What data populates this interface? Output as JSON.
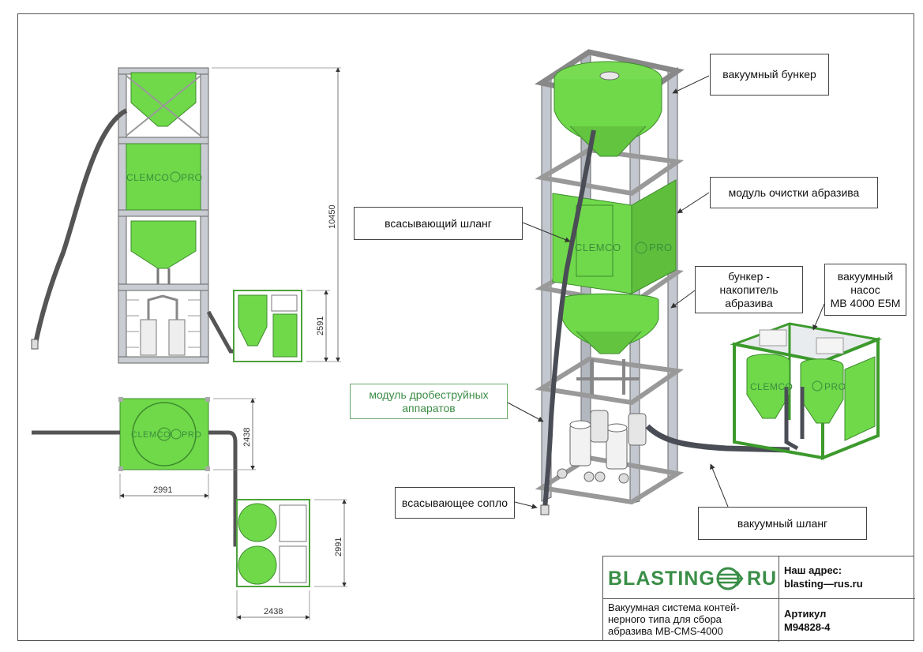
{
  "labels": {
    "vacuum_hopper": "вакуумный бункер",
    "cleaning_module": "модуль очистки абразива",
    "suction_hose": "всасывающий шланг",
    "storage_hopper": "бункер -\nнакопитель\nабразива",
    "vacuum_pump": "вакуумный\nнасос\nMB 4000 E5M",
    "blast_module": "модуль дробеструйных\nаппаратов",
    "suction_nozzle": "всасывающее сопло",
    "vacuum_hose": "вакуумный шланг"
  },
  "dimensions": {
    "total_height": "10450",
    "lower_height": "2591",
    "top_depth": "2438",
    "top_width": "2991",
    "pump_depth": "2991",
    "pump_width": "2438"
  },
  "brand_mark": {
    "left": "CLEMCO",
    "right": "PRO"
  },
  "title_block": {
    "logo_left": "BLASTING",
    "logo_right": "RU",
    "address_label": "Наш адрес:",
    "address_value": "blasting—rus.ru",
    "description": "Вакуумная система контей-\nнерного типа для сбора\nабразива MB-CMS-4000",
    "article_label": "Артикул",
    "article_value": "M94828-4"
  },
  "colors": {
    "green": "#6fd94a",
    "frame_gray": "#b8bcc4",
    "brand_green": "#3a8e47"
  }
}
